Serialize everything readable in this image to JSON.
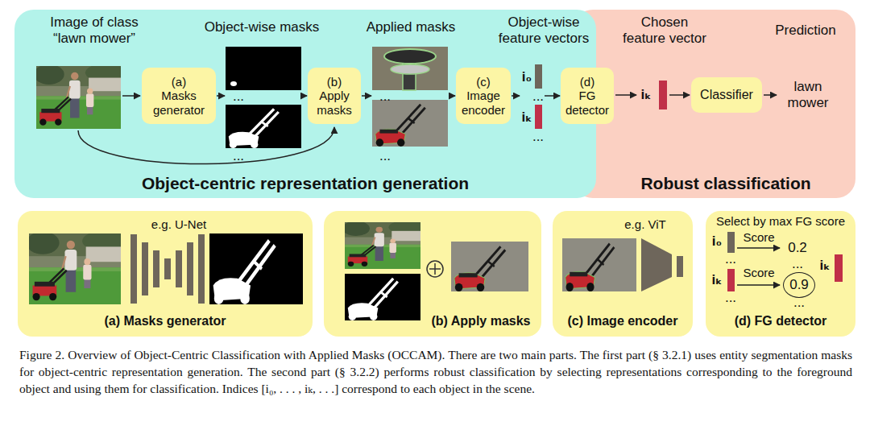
{
  "diagram": {
    "caption": "Figure 2. Overview of Object-Centric Classification with Applied Masks (OCCAM). There are two main parts. The first part (§ 3.2.1) uses entity segmentation masks for object-centric representation generation. The second part (§ 3.2.2) performs robust classification by selecting representations corresponding to the foreground object and using them for classification. Indices [i₀, . . . , iₖ, . . .] correspond to each object in the scene.",
    "nodes": [
      {
        "text": [
          "Object-centric representation generation"
        ]
      },
      {
        "text": [
          "Robust classification"
        ]
      },
      {
        "text": [
          "(a)",
          "Masks generator"
        ],
        "in": 0
      },
      {
        "text": [
          "(b)",
          "Apply masks"
        ],
        "in": 0
      },
      {
        "text": [
          "(c)",
          "Image encoder"
        ],
        "in": 0
      },
      {
        "text": [
          "(d)",
          "FG detector"
        ]
      },
      {
        "text": [
          "Classifier"
        ],
        "in": 1
      },
      {
        "text": [
          "e.g. U-Net",
          "(a) Masks generator"
        ]
      },
      {
        "text": [
          "(b) Apply masks"
        ]
      },
      {
        "text": [
          "e.g. ViT",
          "(c) Image encoder"
        ]
      },
      {
        "text": [
          "Select by max FG score",
          "(d) FG detector"
        ]
      },
      {
        "text": [
          "0.9"
        ],
        "in": 10
      }
    ],
    "labels": [
      "Image of class “lawn mower”",
      "Object-wise masks",
      "Applied masks",
      "Object-wise feature vectors",
      "Chosen feature vector",
      "Prediction",
      "...",
      "...",
      "...",
      "...",
      "i₀",
      "...",
      "iₖ",
      "...",
      "iₖ",
      "lawn mower",
      "i₀",
      "Score",
      "0.2",
      "...",
      "...",
      "iₖ",
      "Score",
      "...",
      "...",
      "iₖ"
    ]
  }
}
